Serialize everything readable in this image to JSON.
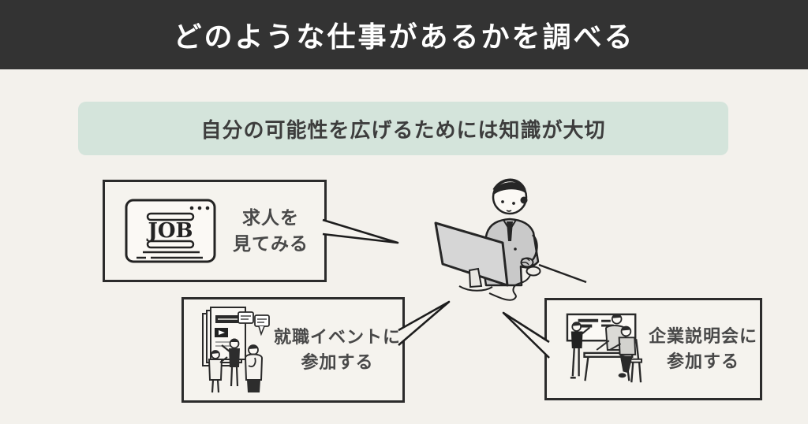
{
  "header": {
    "title": "どのような仕事があるかを調べる"
  },
  "banner": {
    "text": "自分の可能性を広げるためには知識が大切"
  },
  "center": {
    "illustration": "person-at-computer"
  },
  "cards": [
    {
      "id": "job-listings",
      "lines": [
        "求人を",
        "見てみる"
      ],
      "illustration": "job-browser-window",
      "badge_text": "JOB"
    },
    {
      "id": "job-event",
      "lines": [
        "就職イベントに",
        "参加する"
      ],
      "illustration": "job-event-crowd"
    },
    {
      "id": "company-seminar",
      "lines": [
        "企業説明会に",
        "参加する"
      ],
      "illustration": "company-seminar-scene"
    }
  ],
  "colors": {
    "page_bg": "#f3f1ec",
    "header_bg": "#333333",
    "header_text": "#ffffff",
    "banner_bg": "#d4e4db",
    "banner_text": "#3d3d3d",
    "card_bg": "#f5f3ee",
    "card_border": "#2b2b2b",
    "label_text": "#484848",
    "line_ink": "#232323",
    "monitor_gray": "#d6d6d6",
    "suit_gray": "#c9c9c9"
  }
}
